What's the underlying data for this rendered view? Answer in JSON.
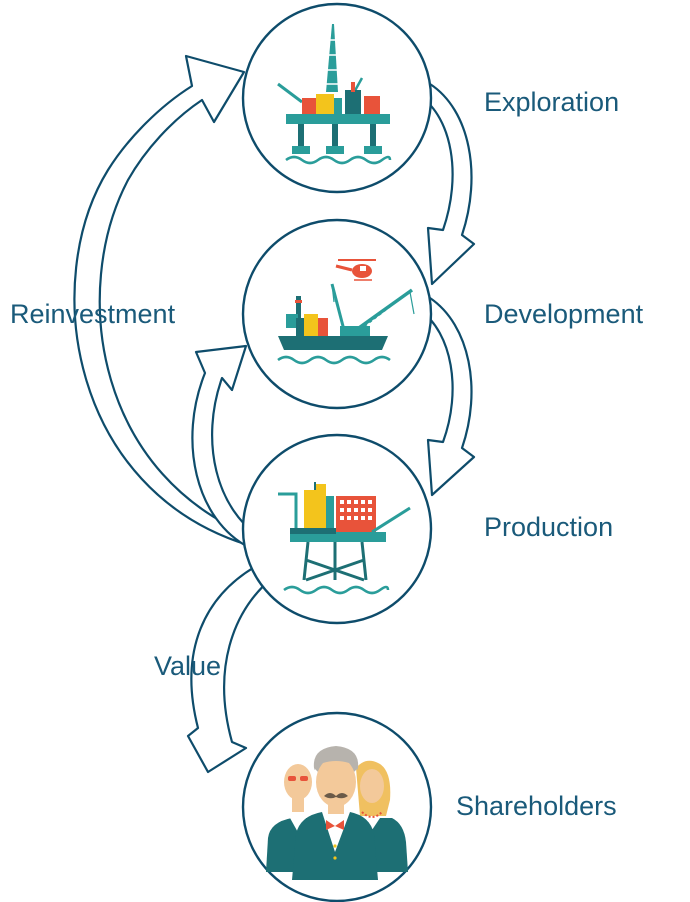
{
  "colors": {
    "outline": "#0e4c6b",
    "teal": "#2a9d9a",
    "dark_teal": "#1d6f74",
    "yellow": "#f3c41c",
    "red": "#e8533a",
    "text": "#1a5a7a",
    "skin": "#f3c99a",
    "grey_hair": "#b7b3ad",
    "blonde": "#f0c060"
  },
  "labels": {
    "exploration": "Exploration",
    "development": "Development",
    "production": "Production",
    "shareholders": "Shareholders",
    "reinvestment": "Reinvestment",
    "value": "Value"
  },
  "icons": {
    "exploration": "drilling-rig-icon",
    "development": "crane-barge-with-helicopter-icon",
    "production": "production-platform-icon",
    "shareholders": "shareholders-group-icon"
  }
}
